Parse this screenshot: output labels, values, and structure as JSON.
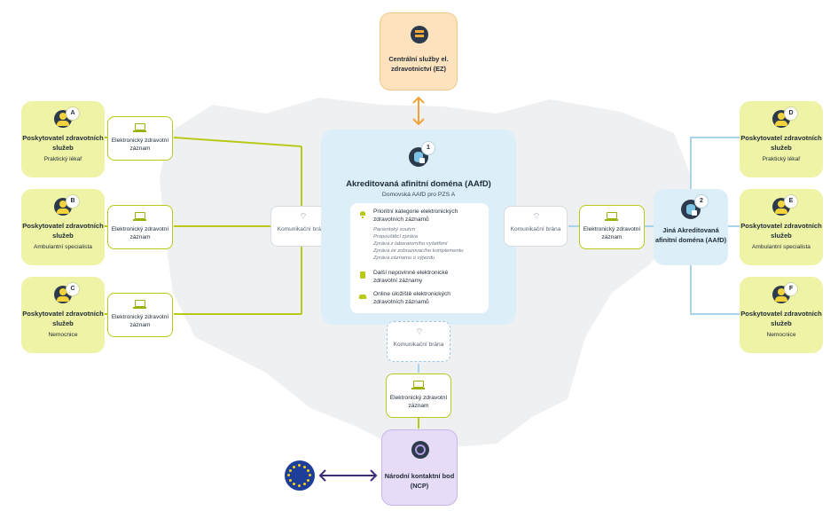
{
  "central": {
    "label": "Centrální služby el. zdravotnictví (EZ)"
  },
  "providers_left": [
    {
      "badge": "A",
      "title": "Poskytovatel zdravotních služeb",
      "subtitle": "Praktický lékař"
    },
    {
      "badge": "B",
      "title": "Poskytovatel zdravotních služeb",
      "subtitle": "Ambulantní specialista"
    },
    {
      "badge": "C",
      "title": "Poskytovatel zdravotních služeb",
      "subtitle": "Nemocnice"
    }
  ],
  "providers_right": [
    {
      "badge": "D",
      "title": "Poskytovatel zdravotních služeb",
      "subtitle": "Praktický lékař"
    },
    {
      "badge": "E",
      "title": "Poskytovatel zdravotních služeb",
      "subtitle": "Ambulantní specialista"
    },
    {
      "badge": "F",
      "title": "Poskytovatel zdravotních služeb",
      "subtitle": "Nemocnice"
    }
  ],
  "ehr_label": "Elektronický zdravotní záznam",
  "gateway_label": "Komunikační brána",
  "aafd": {
    "badge": "1",
    "title": "Akreditovaná afinitní doména (AAfD)",
    "subtitle": "Domovská AAfD pro PZS A",
    "priority": "Prioritní kategorie elektronických zdravotních záznamů",
    "priority_items": [
      "Pacientský souhrn",
      "Propouštěcí zpráva",
      "Zpráva z laboratorního vyšetření",
      "Zpráva ze zobrazovacího komplementu",
      "Zpráva záznamu o výjezdu"
    ],
    "optional": "Další nepovinné elektronické zdravotní záznamy",
    "storage": "Online úložiště elektronických zdravotních záznamů"
  },
  "other_aafd": {
    "badge": "2",
    "label": "Jiná Akreditovaná afinitní doména (AAfD)"
  },
  "ncp": {
    "label": "Národní kontaktní bod (NCP)"
  },
  "colors": {
    "provider": "#eef3a6",
    "line_green": "#b8c91a",
    "line_blue": "#a9d3ea",
    "aafd": "#dceef8",
    "central": "#fde3bd",
    "ncp": "#e7dcf7",
    "arrow_orange": "#f2a33a",
    "arrow_purple": "#3d2a7a"
  }
}
